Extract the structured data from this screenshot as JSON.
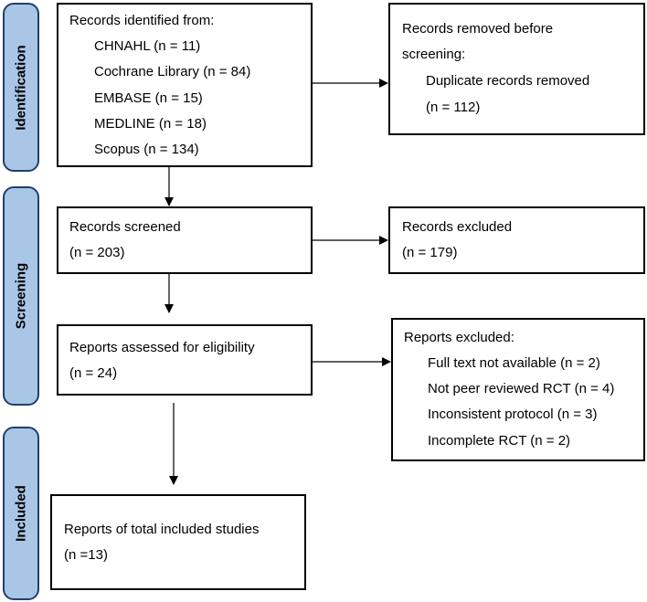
{
  "phases": {
    "identification": "Identification",
    "screening": "Screening",
    "included": "Included"
  },
  "identification": {
    "heading": "Records identified from:",
    "sources": [
      "CHNAHL (n = 11)",
      "Cochrane Library (n = 84)",
      "EMBASE (n = 15)",
      "MEDLINE (n = 18)",
      "Scopus (n = 134)"
    ]
  },
  "removed": {
    "heading_line1": "Records removed before",
    "heading_line2": "screening:",
    "item": "Duplicate records removed",
    "count": "(n = 112)"
  },
  "screened": {
    "title": "Records screened",
    "count": "(n = 203)"
  },
  "excluded": {
    "title": "Records excluded",
    "count": "(n = 179)"
  },
  "assessed": {
    "title": "Reports assessed for eligibility",
    "count": "(n = 24)"
  },
  "reports_excluded": {
    "heading": "Reports excluded:",
    "reasons": [
      "Full text not available (n = 2)",
      "Not peer reviewed RCT (n = 4)",
      "Inconsistent protocol (n = 3)",
      "Incomplete RCT (n = 2)"
    ]
  },
  "included": {
    "title": "Reports of total included studies",
    "count": "(n =13)"
  },
  "colors": {
    "phase_fill": "#a9c6e6",
    "phase_border": "#1f3f6e",
    "box_border": "#000000"
  }
}
